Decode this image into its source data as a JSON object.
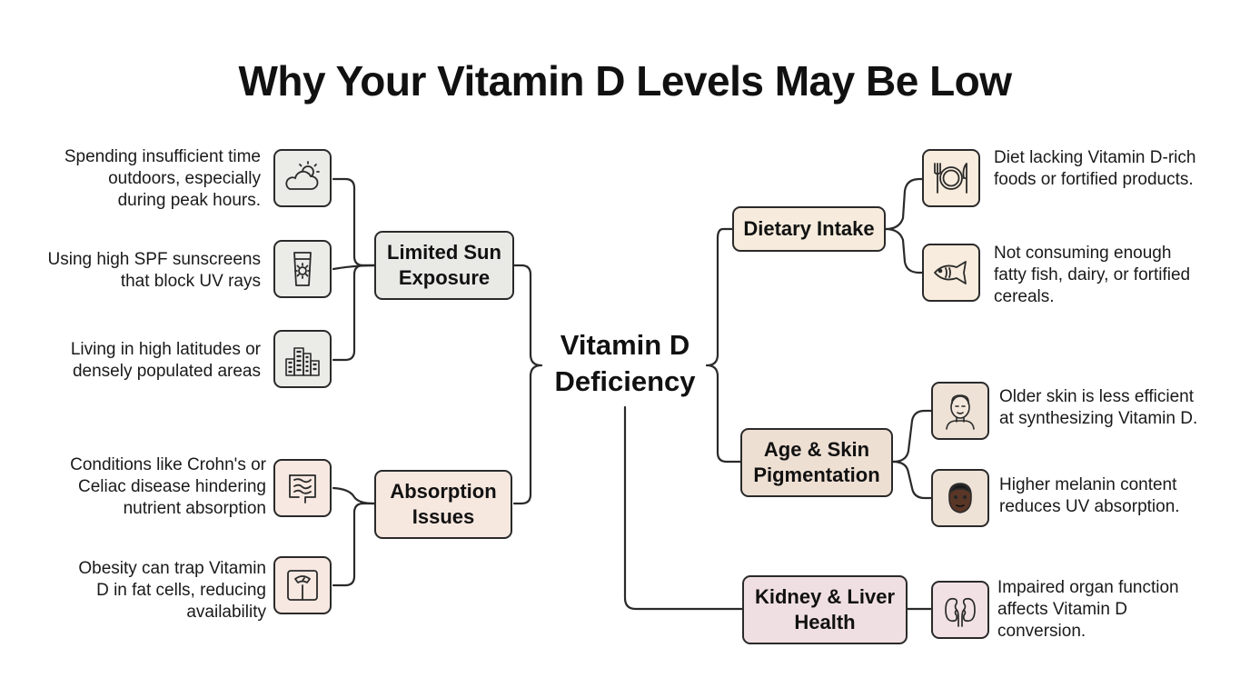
{
  "title": "Why Your Vitamin D Levels May Be Low",
  "center": {
    "line1": "Vitamin D",
    "line2": "Deficiency"
  },
  "categories": {
    "sun": {
      "line1": "Limited Sun",
      "line2": "Exposure"
    },
    "absorption": {
      "line1": "Absorption",
      "line2": "Issues"
    },
    "dietary": {
      "line1": "Dietary Intake"
    },
    "age": {
      "line1": "Age & Skin",
      "line2": "Pigmentation"
    },
    "kidney": {
      "line1": "Kidney & Liver",
      "line2": "Health"
    }
  },
  "items": {
    "outdoors": {
      "icon": "sun-cloud-icon",
      "lines": [
        "Spending insufficient time",
        "outdoors, especially",
        "during peak hours."
      ]
    },
    "sunscreen": {
      "icon": "sunscreen-icon",
      "lines": [
        "Using high SPF sunscreens",
        "that block UV rays"
      ]
    },
    "latitude": {
      "icon": "city-buildings-icon",
      "lines": [
        "Living in high latitudes or",
        "densely populated areas"
      ]
    },
    "crohns": {
      "icon": "intestine-icon",
      "lines": [
        "Conditions like Crohn's or",
        "Celiac disease hindering",
        "nutrient absorption"
      ]
    },
    "obesity": {
      "icon": "scale-icon",
      "lines": [
        "Obesity can trap Vitamin",
        "D in fat cells, reducing",
        "availability"
      ]
    },
    "diet": {
      "icon": "plate-cutlery-icon",
      "lines": [
        "Diet lacking Vitamin D-rich",
        "foods or fortified products."
      ]
    },
    "fish": {
      "icon": "fish-icon",
      "lines": [
        "Not consuming enough",
        "fatty fish, dairy, or fortified",
        "cereals."
      ]
    },
    "older": {
      "icon": "older-person-icon",
      "lines": [
        "Older skin is less efficient",
        "at synthesizing Vitamin D."
      ]
    },
    "melanin": {
      "icon": "dark-skin-face-icon",
      "lines": [
        "Higher melanin content",
        "reduces UV absorption."
      ]
    },
    "organ": {
      "icon": "kidneys-icon",
      "lines": [
        "Impaired organ function",
        "affects Vitamin D",
        "conversion."
      ]
    }
  },
  "colors": {
    "sun": "#e9e9e6",
    "absorption": "#f6e7df",
    "dietary": "#f6ebdc",
    "age": "#eedfd3",
    "kidney": "#f0dfe2",
    "line": "#2a2a2a"
  }
}
